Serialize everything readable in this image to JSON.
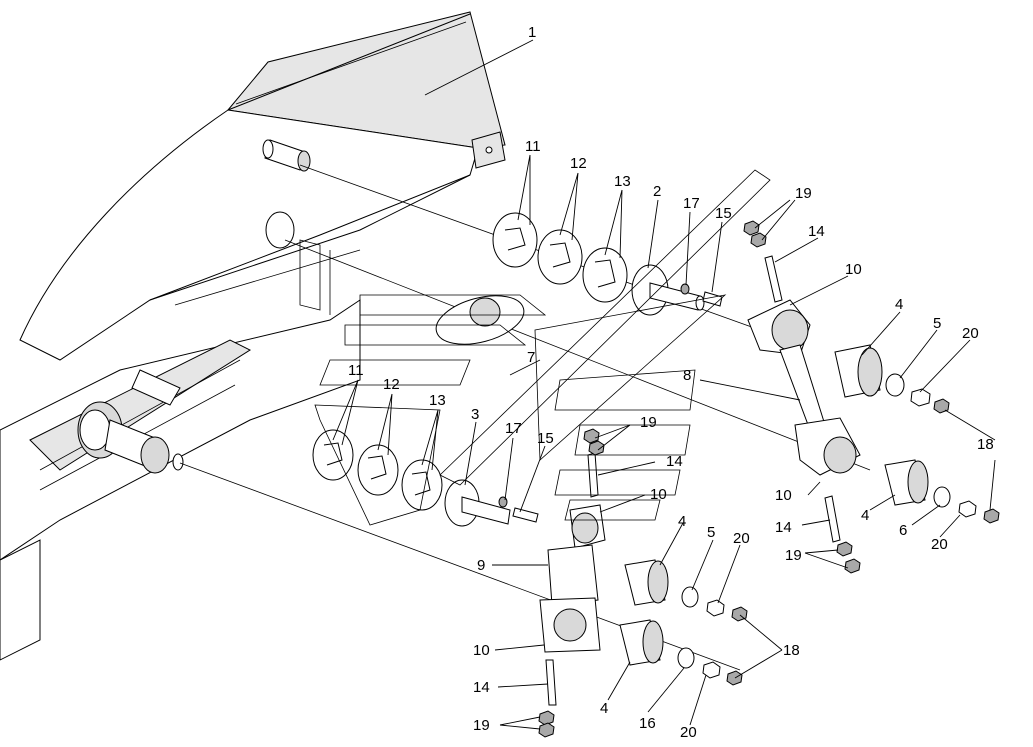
{
  "callouts": {
    "c1": "1",
    "c2": "2",
    "c3": "3",
    "c4a": "4",
    "c4b": "4",
    "c4c": "4",
    "c4d": "4",
    "c5a": "5",
    "c5b": "5",
    "c6": "6",
    "c7": "7",
    "c8": "8",
    "c9": "9",
    "c10a": "10",
    "c10b": "10",
    "c10c": "10",
    "c10d": "10",
    "c11a": "11",
    "c11b": "11",
    "c12a": "12",
    "c12b": "12",
    "c13a": "13",
    "c13b": "13",
    "c14a": "14",
    "c14b": "14",
    "c14c": "14",
    "c14d": "14",
    "c15a": "15",
    "c15b": "15",
    "c16": "16",
    "c17a": "17",
    "c17b": "17",
    "c18a": "18",
    "c18b": "18",
    "c19a": "19",
    "c19b": "19",
    "c19c": "19",
    "c19d": "19",
    "c20a": "20",
    "c20b": "20",
    "c20c": "20",
    "c20d": "20"
  },
  "colors": {
    "line": "#000000",
    "fill": "#ffffff",
    "shade": "#d9d9d9",
    "dark": "#a8a8a8",
    "panel": "#e6e6e6"
  }
}
